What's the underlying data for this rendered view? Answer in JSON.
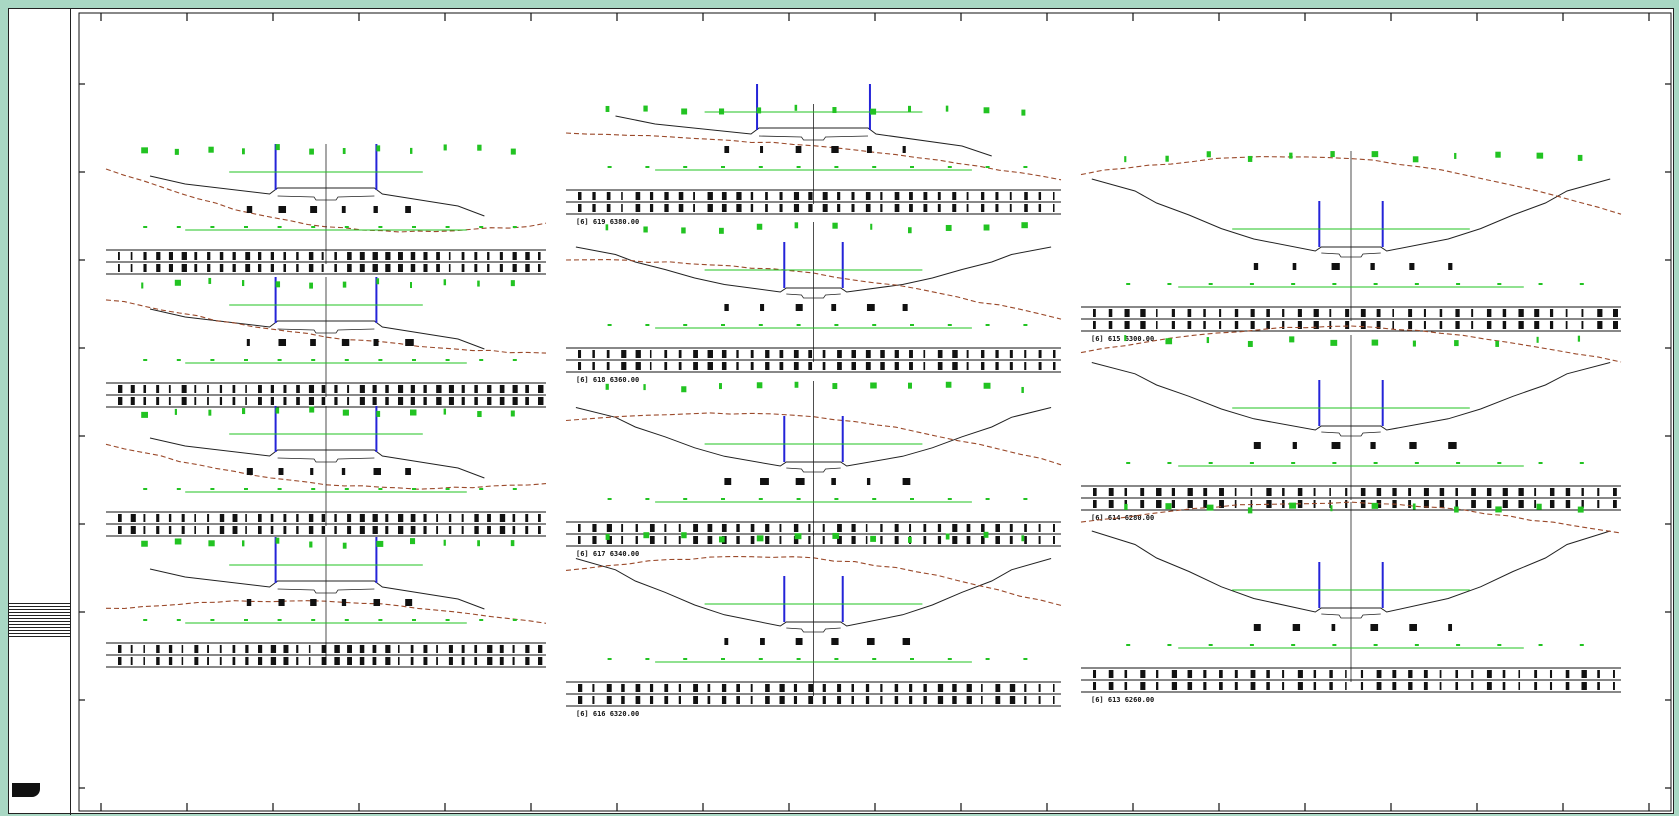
{
  "colors": {
    "background": "#a9d8c4",
    "sheet": "#ffffff",
    "ground_line": "#9b4a2b",
    "design_line": "#222222",
    "offset_line": "#22c322",
    "pole": "#2424d8",
    "table_text": "#111111"
  },
  "title_block": {
    "icon": "company-logo-icon",
    "lines": [
      "",
      "",
      "",
      "",
      "",
      "",
      "",
      "",
      "",
      "",
      "",
      ""
    ]
  },
  "columns": [
    {
      "sections": [
        {
          "label": ""
        },
        {
          "label": ""
        },
        {
          "label": ""
        },
        {
          "label": ""
        }
      ]
    },
    {
      "sections": [
        {
          "label": "[6] 619   6380.00"
        },
        {
          "label": "[6] 618   6360.00"
        },
        {
          "label": "[6] 617   6340.00"
        },
        {
          "label": "[6] 616   6320.00"
        }
      ]
    },
    {
      "sections": [
        {
          "label": "[6] 615   6300.00"
        },
        {
          "label": "[6] 614   6280.00"
        },
        {
          "label": "[6] 613   6260.00"
        }
      ]
    }
  ]
}
